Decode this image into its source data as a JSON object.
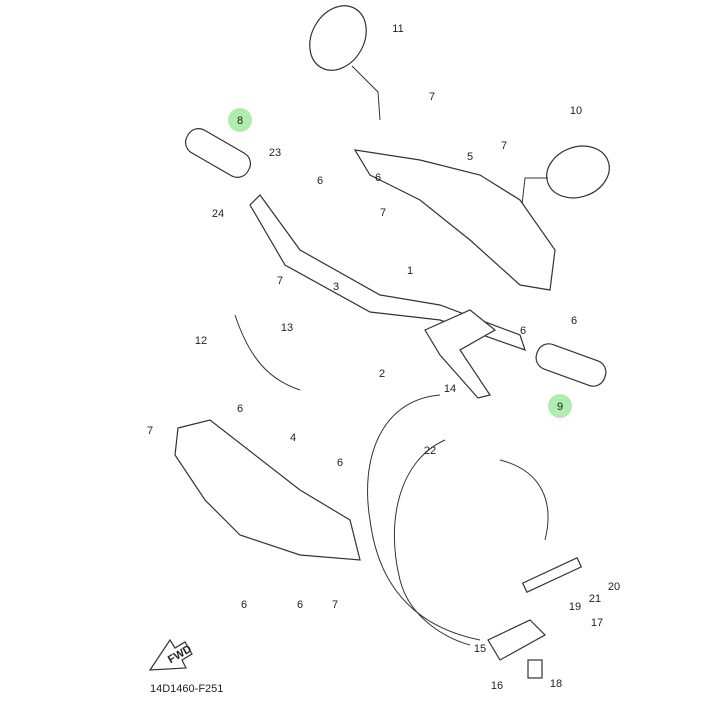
{
  "diagram": {
    "callouts": [
      "11",
      "7",
      "10",
      "8",
      "7",
      "5",
      "23",
      "6",
      "6",
      "24",
      "7",
      "1",
      "7",
      "3",
      "6",
      "6",
      "13",
      "12",
      "2",
      "9",
      "14",
      "6",
      "7",
      "4",
      "22",
      "6",
      "20",
      "21",
      "19",
      "6",
      "6",
      "7",
      "17",
      "15",
      "16",
      "18"
    ],
    "highlighted": [
      "8",
      "9"
    ],
    "highlight_color": "#9be89b",
    "fwd_label": "FWD",
    "drawing_code": "14D1460-F251"
  }
}
